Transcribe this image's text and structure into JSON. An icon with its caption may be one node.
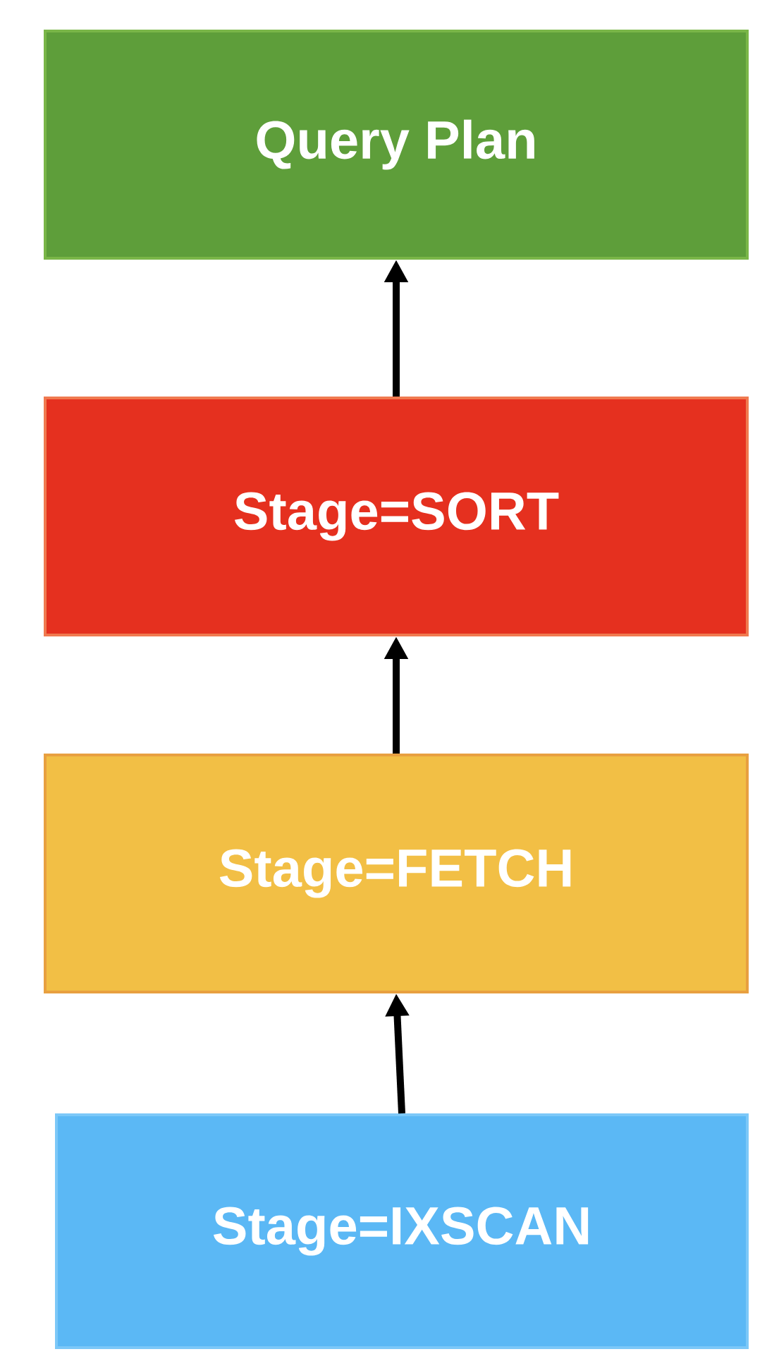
{
  "diagram": {
    "nodes": [
      {
        "text": [
          "Query Plan"
        ]
      },
      {
        "text": [
          "Stage=SORT"
        ]
      },
      {
        "text": [
          "Stage=FETCH"
        ]
      },
      {
        "text": [
          "Stage=IXSCAN"
        ]
      }
    ],
    "edges": [
      {
        "from": 1,
        "to": 0,
        "arrow": "to"
      },
      {
        "from": 2,
        "to": 1,
        "arrow": "to"
      },
      {
        "from": 3,
        "to": 2,
        "arrow": "to"
      }
    ]
  }
}
